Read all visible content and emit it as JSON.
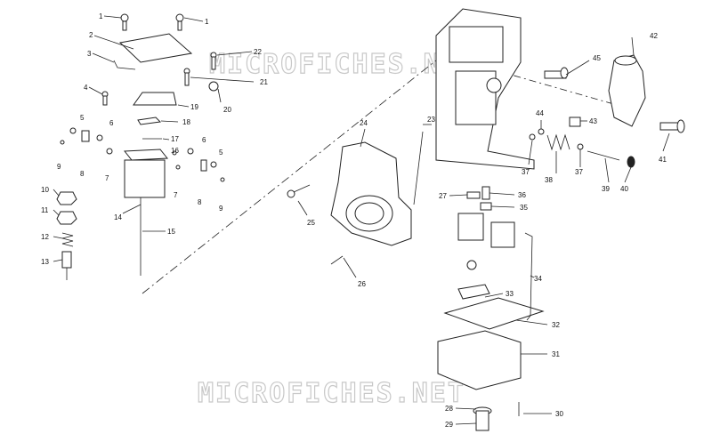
{
  "diagram": {
    "watermark_top": "MICROFICHES.NET",
    "watermark_bottom": "MICROFICHES.NET",
    "labels": [
      "1",
      "2",
      "3",
      "4",
      "5",
      "6",
      "7",
      "8",
      "9",
      "10",
      "11",
      "12",
      "13",
      "14",
      "15",
      "16",
      "17",
      "18",
      "19",
      "20",
      "21",
      "22",
      "23",
      "24",
      "25",
      "26",
      "27",
      "28",
      "29",
      "30",
      "31",
      "32",
      "33",
      "34",
      "35",
      "36",
      "37",
      "38",
      "39",
      "40",
      "41",
      "42",
      "43",
      "44",
      "45"
    ],
    "labels_extra": [
      "1",
      "5",
      "6",
      "7",
      "8",
      "9",
      "37"
    ]
  }
}
